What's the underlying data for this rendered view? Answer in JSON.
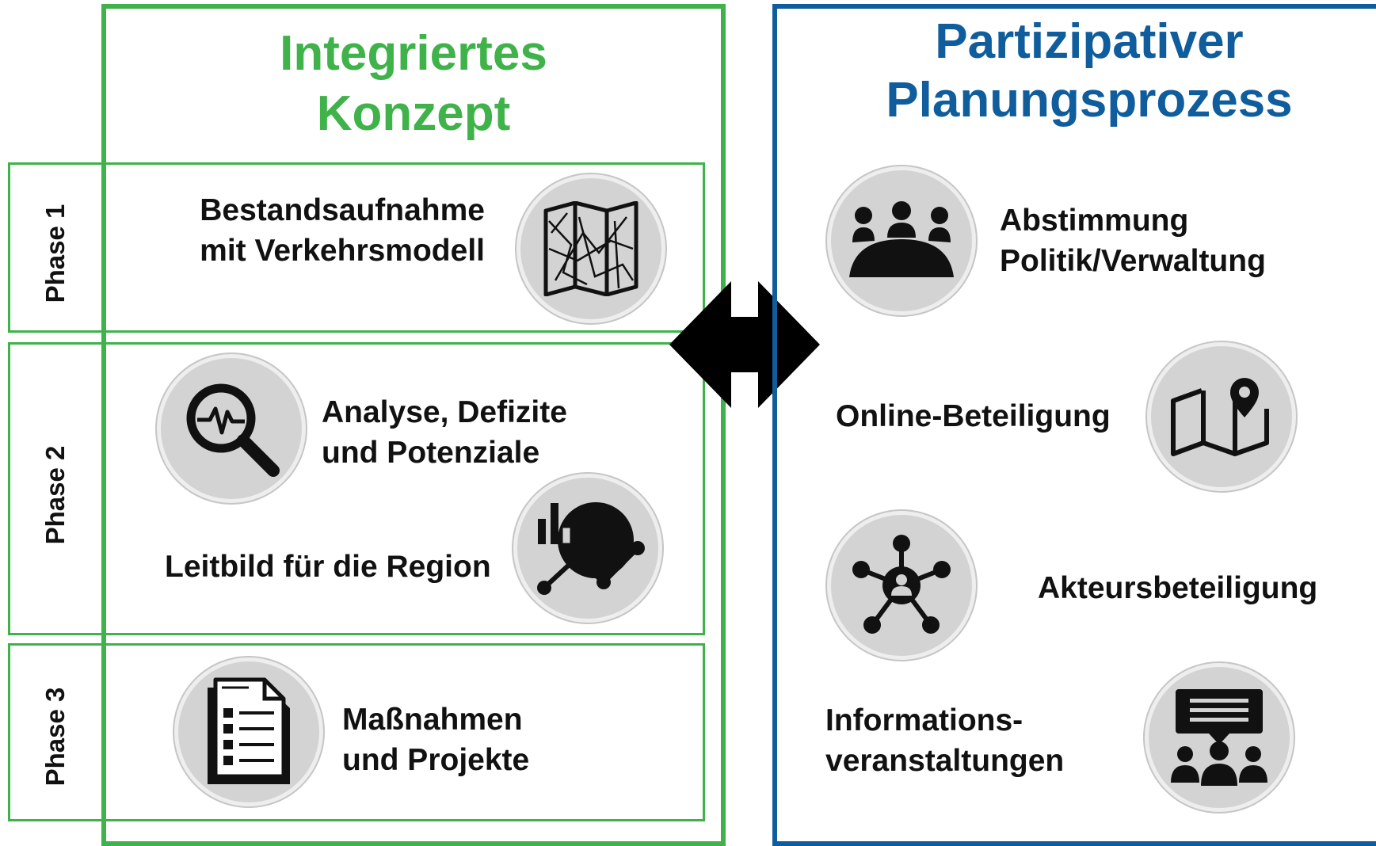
{
  "left_panel": {
    "title_line1": "Integriertes",
    "title_line2": "Konzept",
    "phases": [
      {
        "label": "Phase 1",
        "items": [
          {
            "line1": "Bestandsaufnahme",
            "line2": "mit Verkehrsmodell",
            "icon": "map-lines-icon"
          }
        ]
      },
      {
        "label": "Phase 2",
        "items": [
          {
            "line1": "Analyse, Defizite",
            "line2": "und Potenziale",
            "icon": "magnifier-pulse-icon"
          },
          {
            "line1": "Leitbild für die Region",
            "icon": "chart-analytics-icon"
          }
        ]
      },
      {
        "label": "Phase 3",
        "items": [
          {
            "line1": "Maßnahmen",
            "line2": "und Projekte",
            "icon": "document-checklist-icon"
          }
        ]
      }
    ]
  },
  "connector": {
    "icon": "double-arrow-icon"
  },
  "right_panel": {
    "title_line1": "Partizipativer",
    "title_line2": "Planungsprozess",
    "items": [
      {
        "line1": "Abstimmung",
        "line2": "Politik/Verwaltung",
        "icon": "meeting-table-icon"
      },
      {
        "line1": "Online-Beteiligung",
        "icon": "map-pin-icon"
      },
      {
        "line1": "Akteursbeteiligung",
        "icon": "network-people-icon"
      },
      {
        "line1": "Informations-",
        "line2": "veranstaltungen",
        "icon": "presentation-audience-icon"
      }
    ]
  },
  "colors": {
    "green": "#3fb34a",
    "blue": "#0f5d9c",
    "circle_fill": "#d3d3d3",
    "text": "#111111"
  }
}
